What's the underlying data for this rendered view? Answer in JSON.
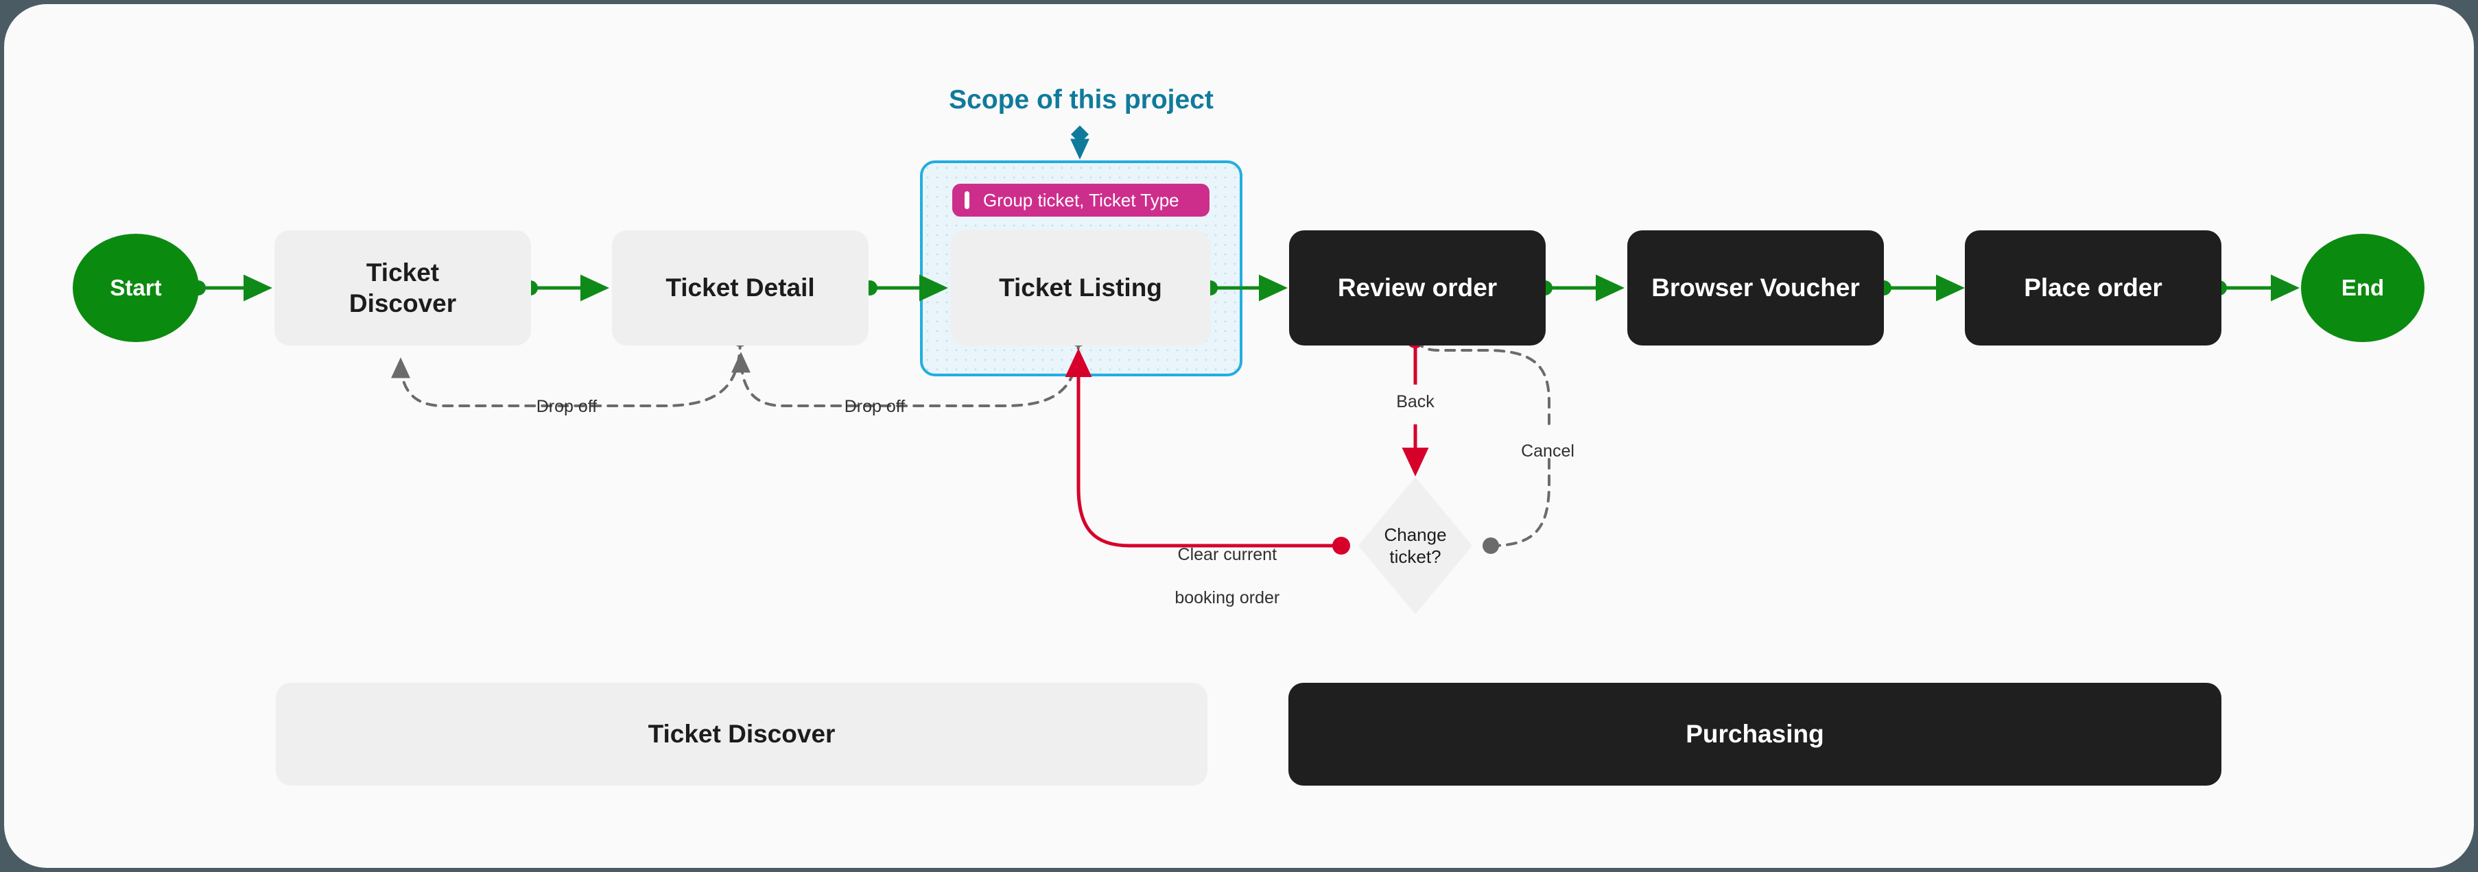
{
  "canvas": {
    "background": "#fafafa",
    "outer_background": "#4a5b63"
  },
  "scope": {
    "label": "Scope of this project",
    "label_color": "#107a9c",
    "border_color": "#22aee0",
    "fill_color": "#e9f5fa",
    "badge": {
      "text": "Group ticket, Ticket Type",
      "color": "#cd2e8c",
      "accent_icon": "vertical-bar-icon"
    }
  },
  "flow": {
    "nodes": [
      {
        "id": "start",
        "label": "Start",
        "type": "terminal",
        "color": "#0b8a10"
      },
      {
        "id": "ticket-discover",
        "label": "Ticket\nDiscover",
        "type": "light",
        "color": "#efefef"
      },
      {
        "id": "ticket-detail",
        "label": "Ticket Detail",
        "type": "light",
        "color": "#efefef"
      },
      {
        "id": "ticket-listing",
        "label": "Ticket Listing",
        "type": "light",
        "color": "#efefef"
      },
      {
        "id": "review-order",
        "label": "Review order",
        "type": "dark",
        "color": "#1f1f1f"
      },
      {
        "id": "browser-voucher",
        "label": "Browser Voucher",
        "type": "dark",
        "color": "#1f1f1f"
      },
      {
        "id": "place-order",
        "label": "Place order",
        "type": "dark",
        "color": "#1f1f1f"
      },
      {
        "id": "end",
        "label": "End",
        "type": "terminal",
        "color": "#0b8a10"
      }
    ],
    "decision": {
      "id": "change-ticket",
      "label_line1": "Change",
      "label_line2": "ticket?",
      "color": "#f0f0f0"
    },
    "edge_labels": {
      "drop_off_1": "Drop off",
      "drop_off_2": "Drop off",
      "back": "Back",
      "cancel": "Cancel",
      "clear_order_line1": "Clear current",
      "clear_order_line2": "booking order"
    },
    "edge_colors": {
      "flow_green": "#0f8a18",
      "dropoff_gray": "#6b6b6b",
      "error_red": "#d6002b",
      "connector_dot_gray": "#6b6b6b"
    }
  },
  "legend": {
    "bars": [
      {
        "id": "ticket-discover-phase",
        "label": "Ticket Discover",
        "style": "light"
      },
      {
        "id": "purchasing-phase",
        "label": "Purchasing",
        "style": "dark"
      }
    ]
  }
}
